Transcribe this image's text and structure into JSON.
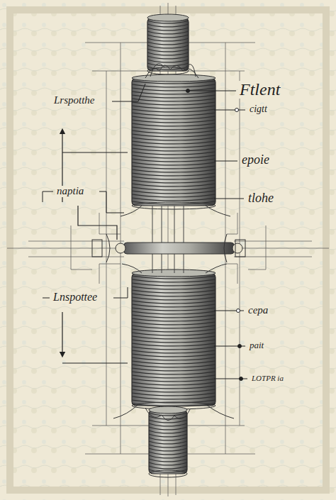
{
  "diagram": {
    "labels": [
      "Ftlent",
      "Lrspotthe",
      "cigtt",
      "epoie",
      "naptia",
      "tlohe",
      "Lnspottee",
      "cepa",
      "pait",
      "LOTPR ia"
    ]
  }
}
